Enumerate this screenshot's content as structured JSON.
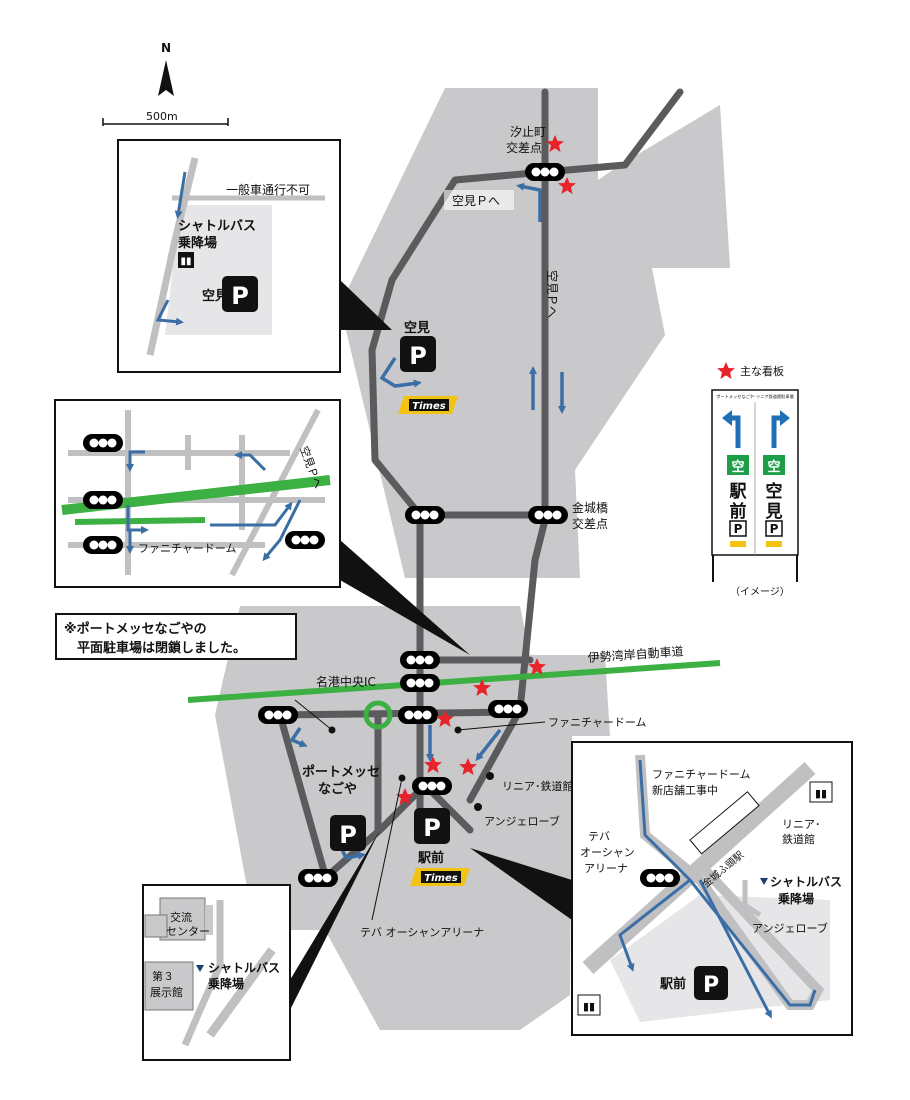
{
  "compass": {
    "north": "N",
    "scale": "500m"
  },
  "notice": {
    "line1": "※ポートメッセなごやの",
    "line2": "　平面駐車場は閉鎖しました。"
  },
  "labels": {
    "shiodome": [
      "汐止町",
      "交差点"
    ],
    "sorami_p_he": "空見Ｐへ",
    "sorami_p_vertical": "空見Ｐへ",
    "sorami": "空見",
    "kinjofuto": [
      "金城橋",
      "交差点"
    ],
    "meiko_ic": "名港中央IC",
    "isewangan": "伊勢湾岸自動車道",
    "furniture_dome": "ファニチャードーム",
    "linear": "リニア･鉄道館",
    "angelob": "アンジェローブ",
    "port_messe": [
      "ポートメッセ",
      "なごや"
    ],
    "ekimae": "駅前",
    "teba": "テバ オーシャンアリーナ",
    "parking": "P",
    "times": "Times"
  },
  "legend": {
    "title": "主な看板",
    "sign_header": "ポートメッセなごや･リニア鉄道館駐車場",
    "left_sign": {
      "badge": "空",
      "text": [
        "駅",
        "前"
      ],
      "p": "P"
    },
    "right_sign": {
      "badge": "空",
      "text": [
        "空",
        "見"
      ],
      "p": "P"
    },
    "caption": "（イメージ）"
  },
  "inset1": {
    "no_general": "一般車通行不可",
    "shuttle": [
      "シャトルバス",
      "乗降場"
    ],
    "sorami": "空見",
    "parking": "P"
  },
  "inset2": {
    "furniture_dome": "ファニチャードーム",
    "sorami_p_he": "空見Ｐへ"
  },
  "inset3": {
    "koryu": [
      "交流",
      "センター"
    ],
    "hall3": [
      "第３",
      "展示館"
    ],
    "shuttle": [
      "シャトルバス",
      "乗降場"
    ]
  },
  "inset4": {
    "furniture_dome": [
      "ファニチャードーム",
      "新店舗工事中"
    ],
    "linear": [
      "リニア･",
      "鉄道館"
    ],
    "teba": [
      "テバ",
      "オーシャン",
      "アリーナ"
    ],
    "station": "金城ふ頭駅",
    "shuttle": [
      "シャトルバス",
      "乗降場"
    ],
    "angelob": "アンジェローブ",
    "ekimae": "駅前",
    "parking": "P"
  },
  "colors": {
    "land": "#c9c9cb",
    "road": "#5b5b5d",
    "route": "#3b6ea5",
    "expressway": "#3cb043",
    "star": "#e8232a",
    "times": "#f2c313",
    "sign_green": "#1f9e4a"
  }
}
